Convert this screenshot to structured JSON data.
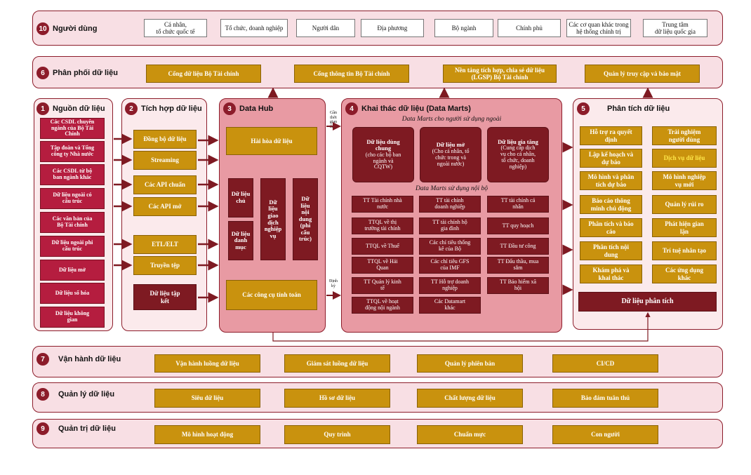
{
  "colors": {
    "dark_red": "#7e1a22",
    "accent_red": "#b51d3f",
    "gold": "#c9920e",
    "band_pink": "#f8dfe4",
    "hub_pink": "#e89aa3",
    "yellow_text": "#ffe74a"
  },
  "users": {
    "num": "10",
    "title": "Người dùng",
    "items": [
      "Cá nhân,\ntổ chức quốc tế",
      "Tổ chức, doanh nghiệp",
      "Người dân",
      "Địa phương",
      "Bộ ngành",
      "Chính phủ",
      "Các cơ quan khác trong\nhệ thống chính trị",
      "Trung tâm\ndữ liệu quốc gia"
    ]
  },
  "distribution": {
    "num": "6",
    "title": "Phân phối dữ liệu",
    "items": [
      "Cổng dữ liệu Bộ Tài chính",
      "Cổng thông tin Bộ Tài chính",
      "Nền tảng tích hợp, chia sẻ dữ liệu\n(LGSP) Bộ Tài chính",
      "Quản lý truy cập và bảo mật"
    ]
  },
  "sources": {
    "num": "1",
    "title": "Nguồn dữ liệu",
    "items": [
      "Các CSDL chuyên\nngành của Bộ Tài\nChính",
      "Tập đoàn và Tổng\ncông ty Nhà nước",
      "Các CSDL từ bộ\nban ngành khác",
      "Dữ liệu ngoài có\ncấu trúc",
      "Các văn bản của\nBộ Tài chính",
      "Dữ liệu ngoài phi\ncấu trúc",
      "Dữ liệu mở",
      "Dữ liệu số hóa",
      "Dữ liệu không\ngian"
    ]
  },
  "integration": {
    "num": "2",
    "title": "Tích hợp dữ liệu",
    "items": [
      "Đồng bộ dữ liệu",
      "Streaming",
      "Các API chuẩn",
      "Các API mở",
      "ETL/ELT",
      "Truyền tệp"
    ],
    "staging": "Dữ liệu tập\nkết"
  },
  "hub": {
    "num": "3",
    "title": "Data Hub",
    "harmonize": "Hài hòa dữ liệu",
    "master": "Dữ liệu\nchủ",
    "catalog": "Dữ liệu\ndanh\nmục",
    "transaction": "Dữ\nliệu\ngiao\ndịch\nnghiệp\nvụ",
    "unstructured": "Dữ\nliệu\nnội\ndung\n(phi\ncấu\ntrúc)",
    "tools": "Các công cụ tính toán"
  },
  "connector": {
    "realtime": "Gần\nthời\ngian\nthực",
    "scheduled": "Định\nkỳ"
  },
  "marts": {
    "num": "4",
    "title": "Khai thác dữ liệu (Data Marts)",
    "external_title": "Data Marts cho người sử dụng ngoài",
    "external": [
      {
        "head": "Dữ liệu dùng\nchung",
        "desc": "(cho các bộ ban\nngành và\nCQTW)"
      },
      {
        "head": "Dữ liệu mở",
        "desc": "(Cho cá nhân, tổ\nchức trong và\nngoài nước)"
      },
      {
        "head": "Dữ liệu gia tăng",
        "desc": "(Cung cấp dịch\nvụ cho cá nhân,\ntổ chức, doanh\nnghiệp)"
      }
    ],
    "internal_title": "Data Marts sử dụng nội bộ",
    "col1": [
      "TT Tài chính nhà\nnước",
      "TTQL về thị\ntrường tài chính",
      "TTQL về Thuế",
      "TTQL về Hải\nQuan",
      "TT Quản lý kinh\ntế",
      "TTQL về hoạt\nđộng nội ngành"
    ],
    "col2": [
      "TT tài chính\ndoanh nghiệp",
      "TT tài chính hộ\ngia đình",
      "Các chỉ tiêu thống\nkê của Bộ",
      "Các chỉ tiêu GFS\ncủa IMF",
      "TT Hỗ trợ doanh\nnghiệp",
      "Các Datamart\nkhác"
    ],
    "col3": [
      "TT tài chính cá\nnhân",
      "TT quy hoạch",
      "TT Đầu tư công",
      "TT Đấu thầu, mua\nsắm",
      "TT Bảo hiểm xã\nhội"
    ]
  },
  "analytics": {
    "num": "5",
    "title": "Phân tích dữ liệu",
    "left": [
      "Hỗ trợ ra quyết\nđịnh",
      "Lập kế hoạch và\ndự báo",
      "Mô hình và phân\ntích dự báo",
      "Báo cáo thông\nminh chủ động",
      "Phân tích và báo\ncáo",
      "Phân tích nội\ndung",
      "Khám phá và\nkhai thác"
    ],
    "right": [
      "Trải nghiệm\nngười dùng",
      "Dịch vụ dữ liệu",
      "Mô hình nghiệp\nvụ mới",
      "Quản lý rủi ro",
      "Phát hiện gian\nlận",
      "Trí tuệ nhân tạo",
      "Các ứng dụng\nkhác"
    ],
    "footer": "Dữ liệu phân tích"
  },
  "operations": {
    "num": "7",
    "title": "Vận hành dữ liệu",
    "items": [
      "Vận hành luồng dữ liệu",
      "Giám sát luồng dữ liệu",
      "Quản lý phiên bản",
      "CI/CD"
    ]
  },
  "management": {
    "num": "8",
    "title": "Quản lý dữ liệu",
    "items": [
      "Siêu dữ liệu",
      "Hồ sơ dữ liệu",
      "Chất lượng dữ liệu",
      "Bảo đảm tuân thủ"
    ]
  },
  "governance": {
    "num": "9",
    "title": "Quản trị dữ liệu",
    "items": [
      "Mô hình hoạt động",
      "Quy trình",
      "Chuẩn mực",
      "Con người"
    ]
  }
}
